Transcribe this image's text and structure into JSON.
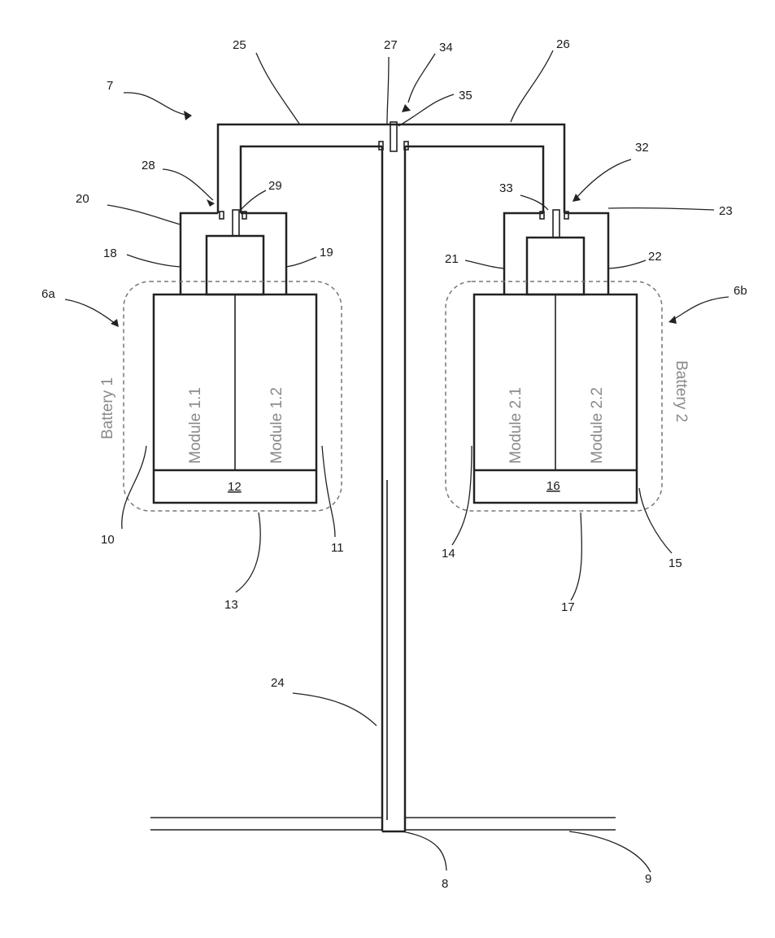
{
  "labels": {
    "ref_7": "7",
    "ref_25": "25",
    "ref_27": "27",
    "ref_34": "34",
    "ref_26": "26",
    "ref_35": "35",
    "ref_28": "28",
    "ref_29": "29",
    "ref_20": "20",
    "ref_32": "32",
    "ref_33": "33",
    "ref_23": "23",
    "ref_18": "18",
    "ref_19": "19",
    "ref_21": "21",
    "ref_22": "22",
    "ref_6a": "6a",
    "ref_6b": "6b",
    "ref_10": "10",
    "ref_11": "11",
    "ref_13": "13",
    "ref_14": "14",
    "ref_15": "15",
    "ref_17": "17",
    "ref_24": "24",
    "ref_8": "8",
    "ref_9": "9",
    "ref_12": "12",
    "ref_16": "16"
  },
  "batteries": {
    "battery1": "Battery 1",
    "battery2": "Battery 2"
  },
  "modules": {
    "m11": "Module 1.1",
    "m12": "Module 1.2",
    "m21": "Module 2.1",
    "m22": "Module 2.2"
  },
  "colors": {
    "line": "#222222",
    "dashed_outline": "#777777",
    "battery_text": "#8a8a8a"
  }
}
